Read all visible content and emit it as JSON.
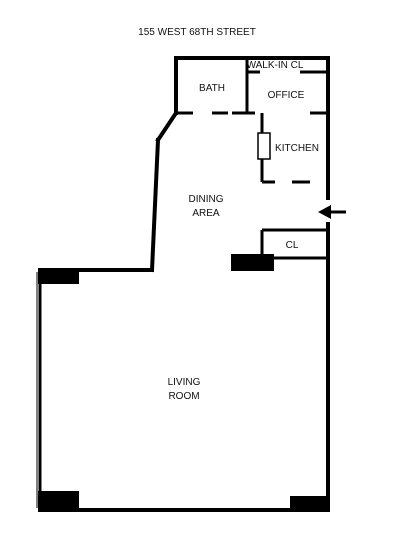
{
  "title": "155 WEST 68TH STREET",
  "rooms": {
    "walk_in_closet": "WALK-IN CL",
    "bath": "BATH",
    "office": "OFFICE",
    "kitchen": "KITCHEN",
    "dining_line1": "DINING",
    "dining_line2": "AREA",
    "closet": "CL",
    "living_line1": "LIVING",
    "living_line2": "ROOM"
  },
  "entrance": "entry-arrow"
}
